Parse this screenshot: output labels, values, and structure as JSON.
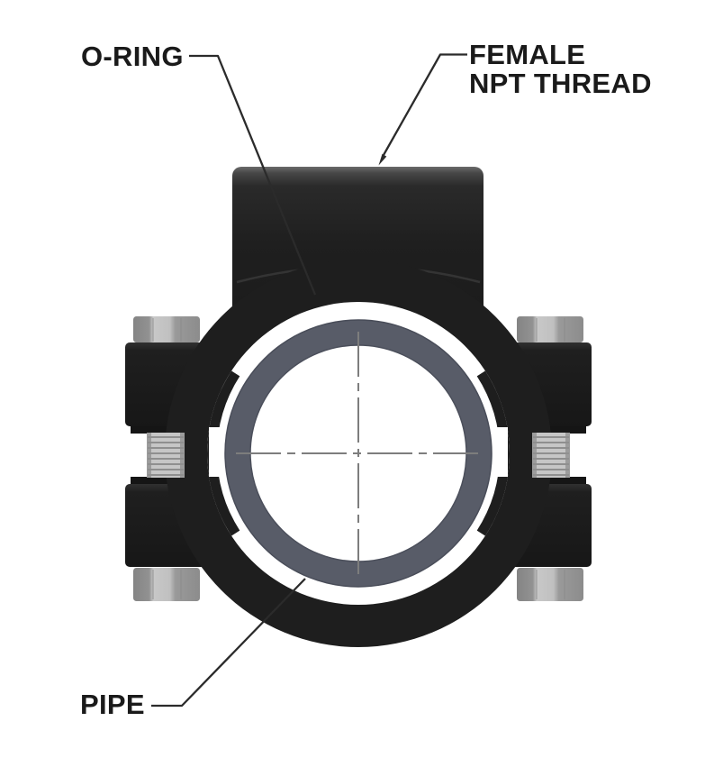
{
  "diagram": {
    "type": "technical-drawing",
    "subject": "pipe saddle clamp with female NPT outlet, end section view",
    "labels": {
      "o_ring": "O-RING",
      "female_npt_line1": "FEMALE",
      "female_npt_line2": "NPT THREAD",
      "pipe": "PIPE"
    },
    "colors": {
      "background": "#ffffff",
      "body_black": "#1e1e1e",
      "pipe_gray": "#585c68",
      "bolt_gray": "#b8b8b8",
      "thread_gray": "#c6c6c6",
      "centerline_gray": "#7d7d7d",
      "leader_line": "#2b2b2b",
      "label_text": "#1a1a1a"
    }
  }
}
